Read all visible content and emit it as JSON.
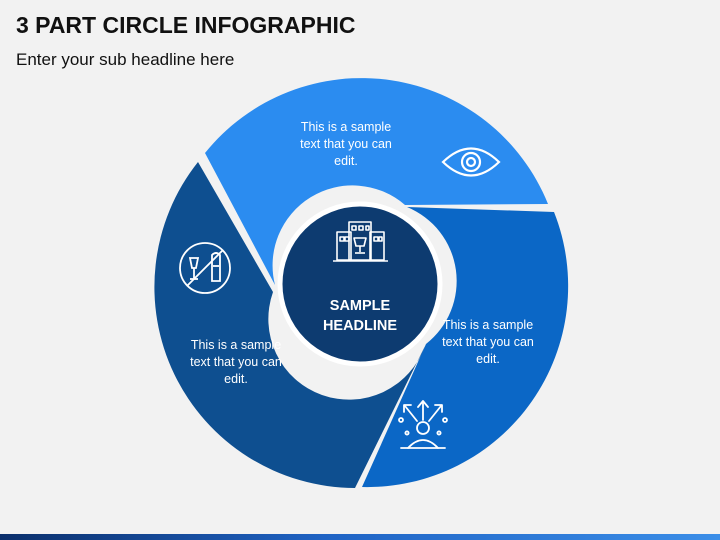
{
  "header": {
    "title": "3 PART CIRCLE INFOGRAPHIC",
    "subtitle": "Enter your sub headline here"
  },
  "center": {
    "headline_line1": "SAMPLE",
    "headline_line2": "HEADLINE",
    "icon": "city-buildings-icon"
  },
  "segments": [
    {
      "line1": "This is a sample",
      "line2": "text that you can",
      "line3": "edit.",
      "icon": "eye-icon",
      "color": "#2b8cf0"
    },
    {
      "line1": "This is a sample",
      "line2": "text that you can",
      "line3": "edit.",
      "icon": "no-drinking-icon",
      "color": "#0e4f90"
    },
    {
      "line1": "This is a sample",
      "line2": "text that you can",
      "line3": "edit.",
      "icon": "user-directions-icon",
      "color": "#0b67c6"
    }
  ],
  "colors": {
    "center_circle": "#0d3b70",
    "center_ring": "#ffffff",
    "background": "#f2f2f2"
  }
}
